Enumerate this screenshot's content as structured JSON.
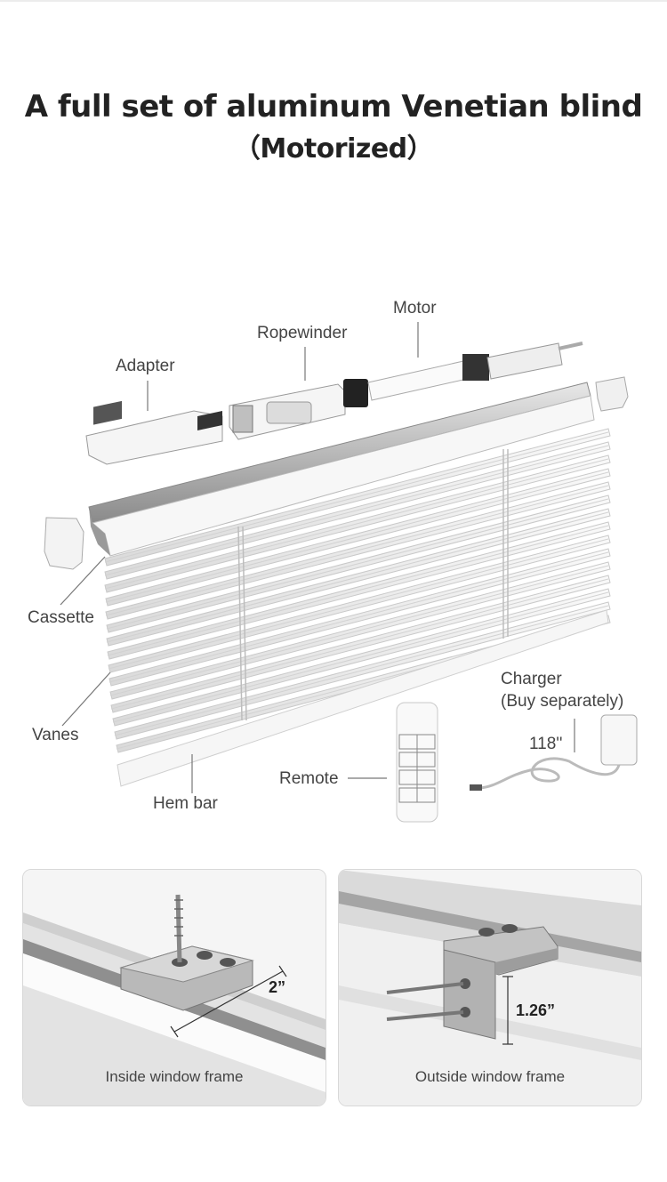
{
  "title": {
    "line1": "A full set of aluminum Venetian blind",
    "line2": "（Motorized）"
  },
  "labels": {
    "motor": "Motor",
    "ropewinder": "Ropewinder",
    "adapter": "Adapter",
    "cassette": "Cassette",
    "vanes": "Vanes",
    "hem_bar": "Hem bar",
    "remote": "Remote",
    "charger": "Charger",
    "charger_note": "(Buy separately)",
    "cable_length": "118''"
  },
  "panels": [
    {
      "caption": "Inside window frame",
      "dimension": "2”"
    },
    {
      "caption": "Outside window frame",
      "dimension": "1.26”"
    }
  ],
  "colors": {
    "accent": "#222222",
    "background": "#ffffff",
    "part": "#f4f4f4",
    "rail": "#9c9c9c"
  }
}
